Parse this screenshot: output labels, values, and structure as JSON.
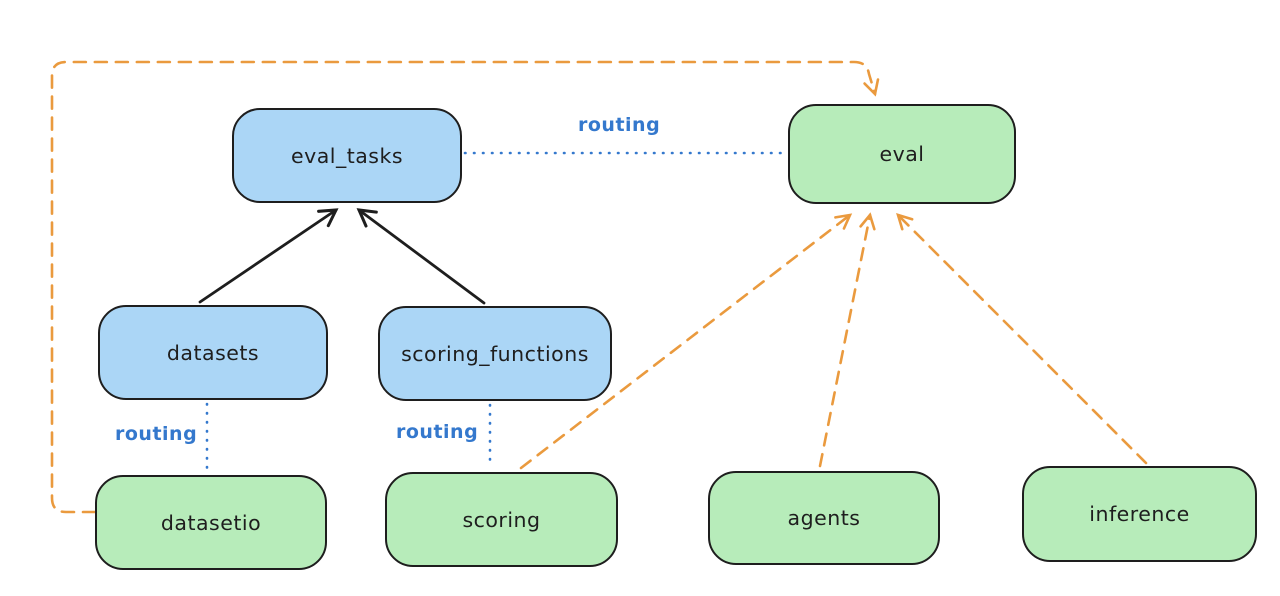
{
  "colors": {
    "node_border": "#1e1e1e",
    "blue_fill": "#abd6f6",
    "green_fill": "#b7ecba",
    "routing_blue": "#3478cd",
    "orange": "#ea9a3e",
    "background": "#ffffff"
  },
  "nodes": {
    "eval_tasks": {
      "label": "eval_tasks",
      "fill": "blue"
    },
    "eval": {
      "label": "eval",
      "fill": "green"
    },
    "datasets": {
      "label": "datasets",
      "fill": "blue"
    },
    "scoring_functions": {
      "label": "scoring_functions",
      "fill": "blue"
    },
    "datasetio": {
      "label": "datasetio",
      "fill": "green"
    },
    "scoring": {
      "label": "scoring",
      "fill": "green"
    },
    "agents": {
      "label": "agents",
      "fill": "green"
    },
    "inference": {
      "label": "inference",
      "fill": "green"
    }
  },
  "edge_labels": {
    "eval_tasks_to_eval": "routing",
    "datasets_to_datasetio": "routing",
    "scoring_functions_to_scoring": "routing"
  },
  "edges": [
    {
      "from": "datasets",
      "to": "eval_tasks",
      "style": "solid",
      "color": "black",
      "arrow": true,
      "label": ""
    },
    {
      "from": "scoring_functions",
      "to": "eval_tasks",
      "style": "solid",
      "color": "black",
      "arrow": true,
      "label": ""
    },
    {
      "from": "eval_tasks",
      "to": "eval",
      "style": "dotted",
      "color": "blue",
      "arrow": false,
      "label": "routing"
    },
    {
      "from": "datasets",
      "to": "datasetio",
      "style": "dotted",
      "color": "blue",
      "arrow": false,
      "label": "routing"
    },
    {
      "from": "scoring_functions",
      "to": "scoring",
      "style": "dotted",
      "color": "blue",
      "arrow": false,
      "label": "routing"
    },
    {
      "from": "datasetio",
      "to": "eval",
      "style": "dashed",
      "color": "orange",
      "arrow": true,
      "label": "",
      "route": "around-left-and-top"
    },
    {
      "from": "scoring",
      "to": "eval",
      "style": "dashed",
      "color": "orange",
      "arrow": true,
      "label": ""
    },
    {
      "from": "agents",
      "to": "eval",
      "style": "dashed",
      "color": "orange",
      "arrow": true,
      "label": ""
    },
    {
      "from": "inference",
      "to": "eval",
      "style": "dashed",
      "color": "orange",
      "arrow": true,
      "label": ""
    }
  ]
}
